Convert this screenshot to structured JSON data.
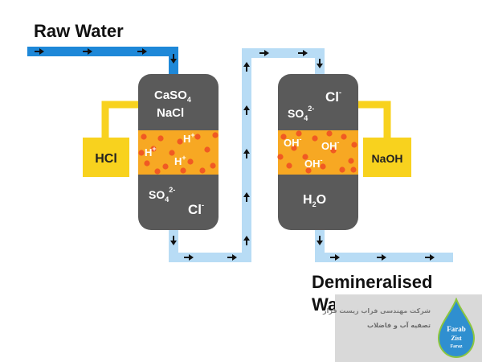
{
  "labels": {
    "raw_water": "Raw Water",
    "demineralised": "Demineralised",
    "water": "Water",
    "hcl": "HCl",
    "naoh": "NaOH"
  },
  "cation_column": {
    "top_ions": [
      "CaSO",
      "4",
      "NaCl"
    ],
    "resin_ion": "H",
    "resin_charge": "+",
    "bottom_sulfate": "SO",
    "bottom_sulfate_sub": "4",
    "bottom_sulfate_charge": "2-",
    "bottom_chloride": "Cl",
    "bottom_chloride_charge": "-"
  },
  "anion_column": {
    "top_chloride": "Cl",
    "top_chloride_charge": "-",
    "top_sulfate": "SO",
    "top_sulfate_sub": "4",
    "top_sulfate_charge": "2-",
    "resin_ion": "OH",
    "resin_charge": "-",
    "bottom_water": "H",
    "bottom_water_sub": "2",
    "bottom_water_tail": "O"
  },
  "watermark": {
    "company_line": "شرکت مهندسی فراب زیست فراز",
    "service_line": "تصفیه آب و فاضلاب",
    "logo_text": [
      "Farab",
      "Zist",
      "Faraz"
    ]
  },
  "colors": {
    "inlet_pipe": "#1e88d8",
    "outlet_pipe": "#b8dcf5",
    "column_body": "#5a5a5a",
    "resin": "#f7a823",
    "resin_bead": "#f05a23",
    "chemical_box": "#f8d21e",
    "arrow": "#111111"
  }
}
